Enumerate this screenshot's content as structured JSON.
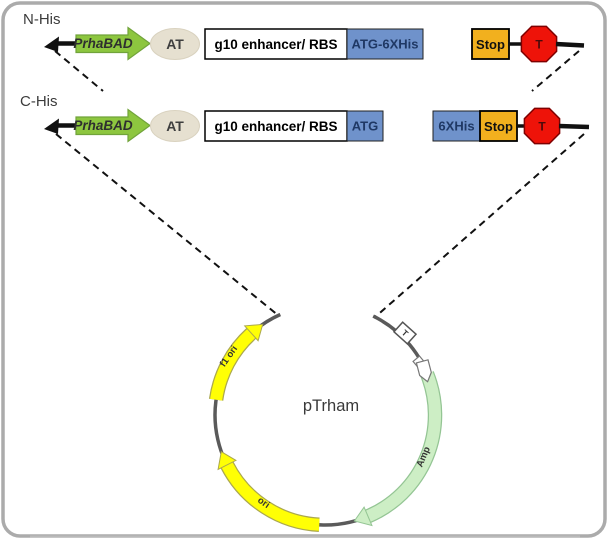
{
  "figure": {
    "type": "plasmid-construct-diagram",
    "plasmid_name": "pTrham"
  },
  "constructs": {
    "n_his": {
      "label": "N-His",
      "promoter": "PrhaBAD",
      "at": "AT",
      "enhancer": "g10 enhancer/ RBS",
      "tag_box": "ATG-6XHis",
      "stop": "Stop",
      "terminator": "T"
    },
    "c_his": {
      "label": "C-His",
      "promoter": "PrhaBAD",
      "at": "AT",
      "enhancer": "g10 enhancer/ RBS",
      "start_box": "ATG",
      "his_box": "6XHis",
      "stop": "Stop",
      "terminator": "T"
    }
  },
  "plasmid": {
    "name": "pTrham",
    "features": {
      "f1_ori": "f1 ori",
      "ori": "ori",
      "amp": "Amp",
      "terminator": "T"
    }
  },
  "colors": {
    "promoter_green": "#8DC63F",
    "promoter_green_border": "#71A33B",
    "at_beige": "#E6E0D0",
    "his_blue": "#6F92CB",
    "blue_text": "#1F3864",
    "stop_orange": "#F2B01E",
    "terminator_red": "#EE1309",
    "backbone_gray": "#5A5A5A",
    "ori_yellow": "#FFFF05",
    "amp_light_green": "#CDEEC5",
    "frame_gray": "#ABABAB"
  }
}
